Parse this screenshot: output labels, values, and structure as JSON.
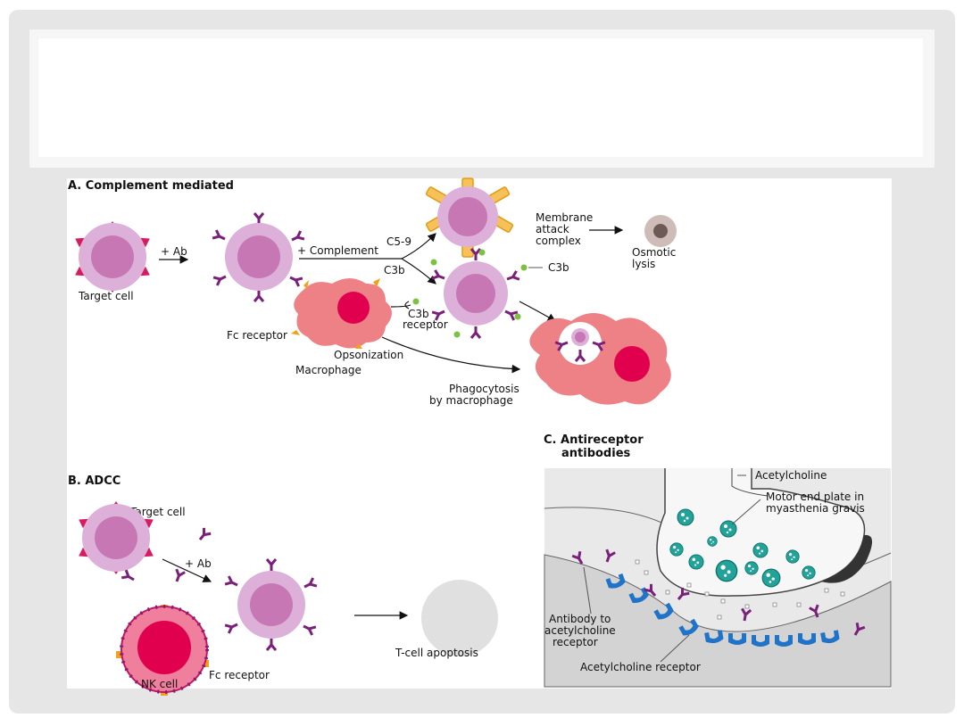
{
  "slide": {
    "title": ""
  },
  "figure": {
    "panel_a": {
      "heading": "A. Complement mediated",
      "target_cell": "Target cell",
      "plus_ab": "+ Ab",
      "plus_complement": "+ Complement",
      "c5_9": "C5-9",
      "membrane_attack": [
        "Membrane",
        "attack",
        "complex"
      ],
      "osmotic_lysis": [
        "Osmotic",
        "lysis"
      ],
      "c3b_left": "C3b",
      "c3b_right": "C3b",
      "c3b_receptor": [
        "C3b",
        "receptor"
      ],
      "fc_receptor": "Fc receptor",
      "opsonization": "Opsonization",
      "macrophage": "Macrophage",
      "phagocytosis": [
        "Phagocytosis",
        "by macrophage"
      ]
    },
    "panel_b": {
      "heading": "B. ADCC",
      "target_cell": "Target cell",
      "plus_ab": "+ Ab",
      "nk_cell": "NK cell",
      "fc_receptor": "Fc receptor",
      "apoptosis": "T-cell apoptosis"
    },
    "panel_c": {
      "heading": [
        "C. Antireceptor",
        "antibodies"
      ],
      "acetylcholine": "Acetylcholine",
      "motor_end_plate": [
        "Motor end plate in",
        "myasthenia gravis"
      ],
      "antibody_to": [
        "Antibody to",
        "acetylcholine",
        "receptor"
      ],
      "ach_receptor": "Acetylcholine receptor"
    }
  },
  "colors": {
    "frame": "#e6e6e6",
    "target_cell": "#dcb0d8",
    "nucleus": "#c777b3",
    "antibody": "#7a1f7a",
    "antigen": "#d81b60",
    "fc_receptor": "#f2a11a",
    "macrophage": "#ee8186",
    "macrophage_nucleus": "#e0004d",
    "complement_dot": "#7cc142",
    "ach_vesicle": "#22a39a",
    "ach_receptor": "#1f73c8"
  }
}
